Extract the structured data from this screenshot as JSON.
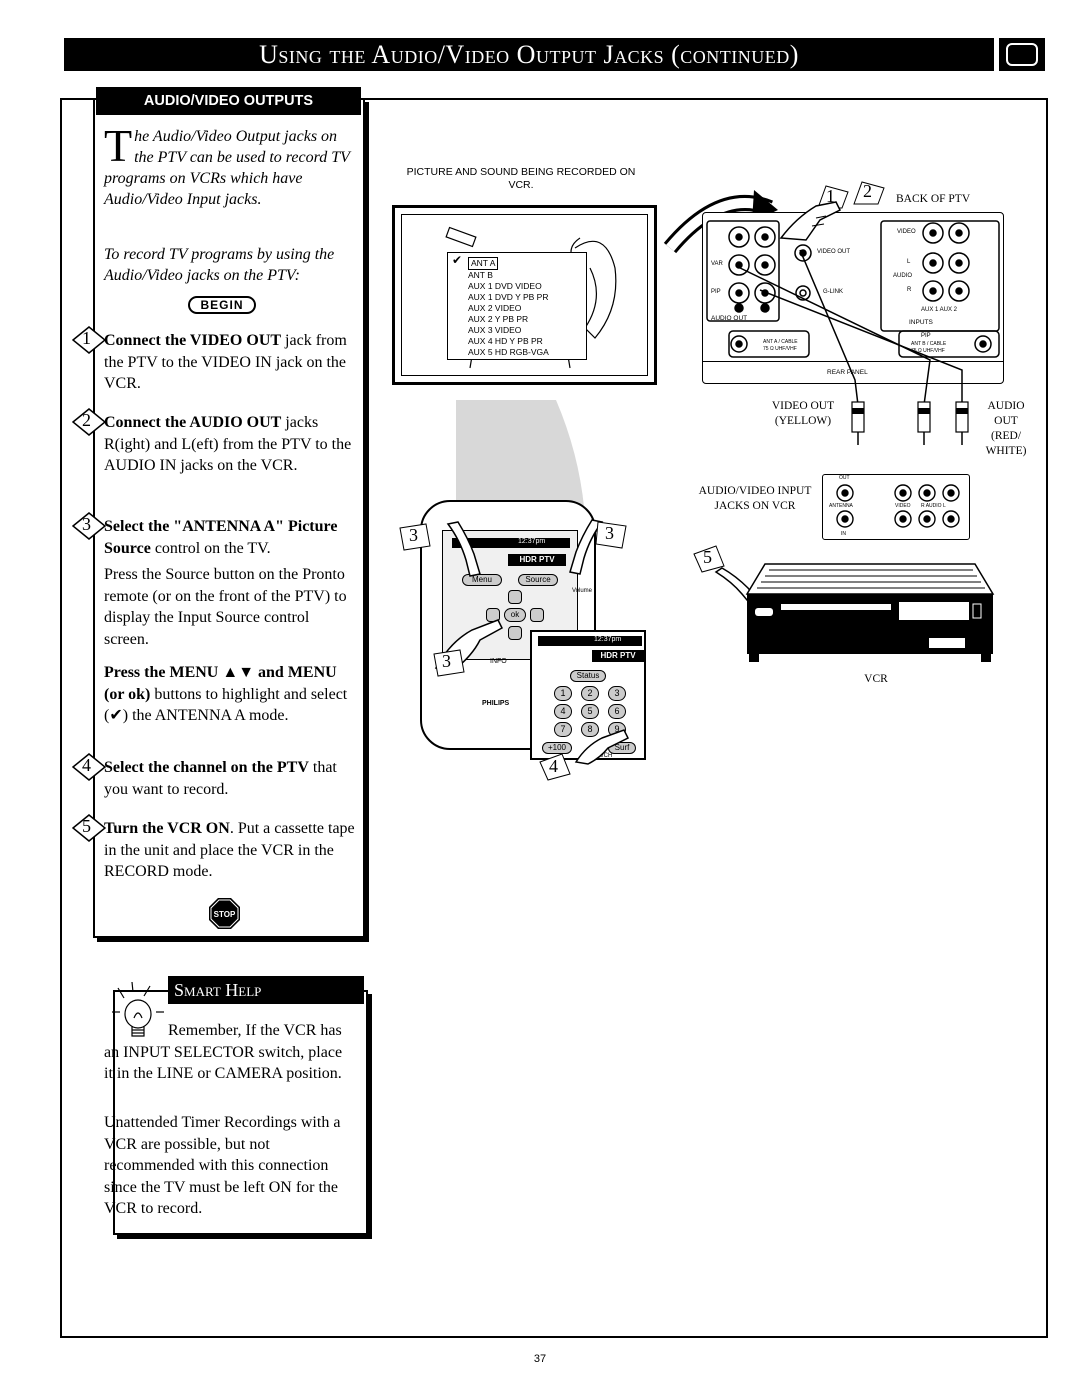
{
  "header": {
    "title": "Using the Audio/Video Output Jacks (continued)"
  },
  "left_panel": {
    "tab_label": "AUDIO/VIDEO OUTPUTS",
    "intro_dropcap": "T",
    "intro_text": "he Audio/Video Output jacks on the PTV can be used to record TV programs on VCRs which have Audio/Video Input jacks.",
    "intro_text2": "To record TV programs by using the Audio/Video jacks on the PTV:",
    "begin_label": "BEGIN",
    "steps": [
      {
        "num": "1",
        "bold": "Connect the VIDEO OUT",
        "text": " jack from the PTV to the VIDEO IN jack on the VCR."
      },
      {
        "num": "2",
        "bold": "Connect the AUDIO OUT",
        "text": " jacks R(ight) and L(eft) from the PTV to the AUDIO IN jacks on the VCR."
      },
      {
        "num": "3",
        "bold": "Select the \"ANTENNA A\" Picture Source",
        "text": " control on the TV."
      },
      {
        "num": "4",
        "bold": "Select the channel on the PTV",
        "text": " that you want to record."
      },
      {
        "num": "5",
        "bold": "Turn the VCR ON",
        "text": ". Put a cassette tape in the unit and place the VCR in the RECORD mode."
      }
    ],
    "step3_para1": "Press the Source button on the Pronto remote (or on the front of the PTV) to display the Input Source control screen.",
    "step3_para2_bold": "Press the MENU ▲▼ and MENU (or ok)",
    "step3_para2_text": " buttons to highlight and select (",
    "step3_para2_end": ") the ANTENNA A mode.",
    "check_glyph": "✔",
    "stop_label": "STOP"
  },
  "smart_help": {
    "title": "Smart Help",
    "para1": "Remember, If the VCR has an INPUT SELECTOR switch, place it in the LINE or CAMERA position.",
    "para2": "Unattended Timer Recordings with a VCR are possible, but not recommended with this connection since the TV must be left ON for the VCR to record."
  },
  "diagram": {
    "caption_tv": "PICTURE AND SOUND BEING RECORDED ON VCR.",
    "menu_items": [
      "ANT A",
      "ANT B",
      "AUX 1  DVD VIDEO",
      "AUX 1  DVD Y PB PR",
      "AUX 2  VIDEO",
      "AUX 2  Y PB PR",
      "AUX 3  VIDEO",
      "AUX 4  HD Y PB PR",
      "AUX 5  HD RGB-VGA"
    ],
    "back_of_ptv": "BACK OF PTV",
    "jack_labels": {
      "video": "VIDEO",
      "video_out": "VIDEO OUT",
      "var": "VAR",
      "pip": "PIP",
      "l": "L",
      "audio": "AUDIO",
      "r": "R",
      "glink": "G-LINK",
      "audio_out": "AUDIO OUT",
      "aux12": "AUX 1   AUX 2",
      "inputs": "INPUTS",
      "ant_a": "ANT A / CABLE",
      "ant_a2": "75 Ω  UHF/VHF",
      "pip2": "PIP",
      "ant_b": "ANT B / CABLE",
      "ant_b2": "75 Ω  UHF/VHF",
      "rear_panel": "REAR PANEL"
    },
    "video_out_label": "VIDEO OUT",
    "video_out_color": "(YELLOW)",
    "audio_out_label": "AUDIO",
    "audio_out_l2": "OUT",
    "audio_out_l3": "(RED/",
    "audio_out_l4": "WHITE)",
    "av_input_label": "AUDIO/VIDEO INPUT",
    "av_input_l2": "JACKS ON VCR",
    "vcr_jacks": {
      "out": "OUT",
      "antenna": "ANTENNA",
      "video": "VIDEO",
      "audio_rl": "R   AUDIO   L",
      "in": "IN"
    },
    "vcr_label": "VCR",
    "remote": {
      "time": "12:37pm",
      "brand": "HDR PTV",
      "menu": "Menu",
      "source": "Source",
      "volume": "Volume",
      "ok": "ok",
      "info": "INFO",
      "status": "Status",
      "keys": [
        "1",
        "2",
        "3",
        "4",
        "5",
        "6",
        "7",
        "8",
        "9"
      ],
      "plus100": "+100",
      "surf": "Surf",
      "philips": "PHILIPS",
      "ach": "A/CH"
    },
    "step_markers": [
      "1",
      "2",
      "3",
      "3",
      "3",
      "4",
      "5"
    ]
  },
  "page_number": "37"
}
